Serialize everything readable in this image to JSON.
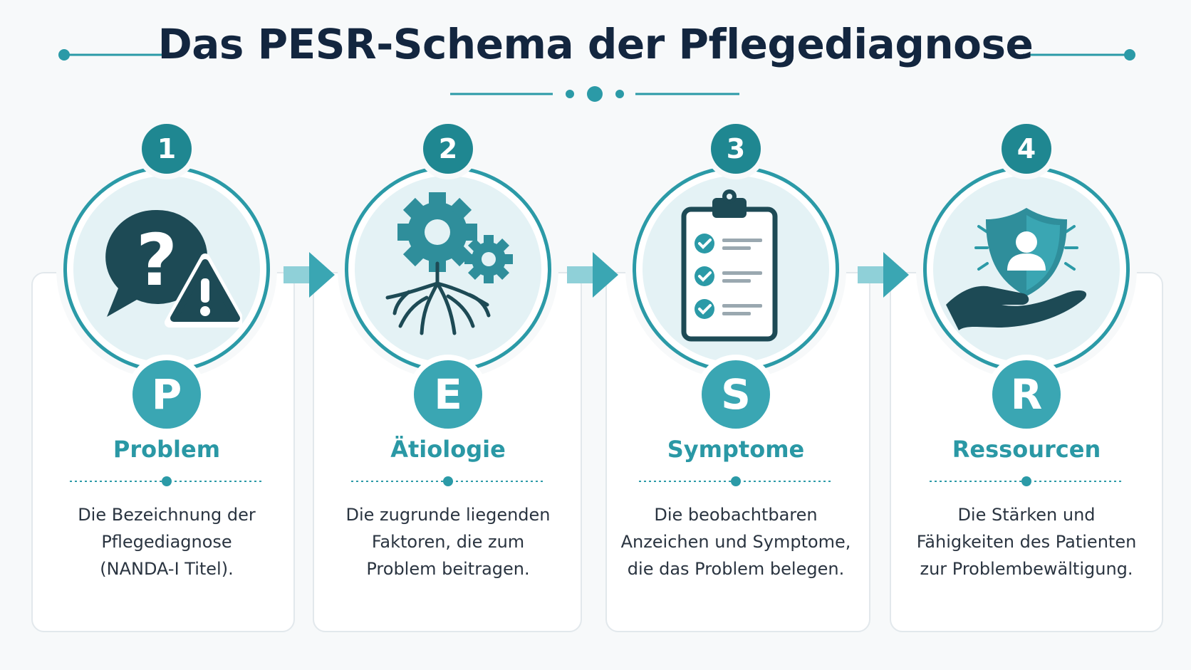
{
  "title": "Das PESR-Schema der Pflegediagnose",
  "colors": {
    "navy": "#13263f",
    "teal": "#2b9aa7",
    "teal_dark": "#1f8791",
    "teal_light": "#3aa6b3",
    "dark_icon": "#1d4a55"
  },
  "steps": [
    {
      "number": "1",
      "letter": "P",
      "title": "Problem",
      "description": [
        "Die Bezeichnung der",
        "Pflegediagnose",
        "(NANDA-I Titel)."
      ],
      "icon": "question-warning-icon"
    },
    {
      "number": "2",
      "letter": "E",
      "title": "Ätiologie",
      "description": [
        "Die zugrunde liegenden",
        "Faktoren, die zum",
        "Problem beitragen."
      ],
      "icon": "gears-roots-icon"
    },
    {
      "number": "3",
      "letter": "S",
      "title": "Symptome",
      "description": [
        "Die beobachtbaren",
        "Anzeichen und Symptome,",
        "die das Problem belegen."
      ],
      "icon": "clipboard-checklist-icon"
    },
    {
      "number": "4",
      "letter": "R",
      "title": "Ressourcen",
      "description": [
        "Die Stärken und",
        "Fähigkeiten des Patienten",
        "zur Problembewältigung."
      ],
      "icon": "shield-hand-icon"
    }
  ]
}
